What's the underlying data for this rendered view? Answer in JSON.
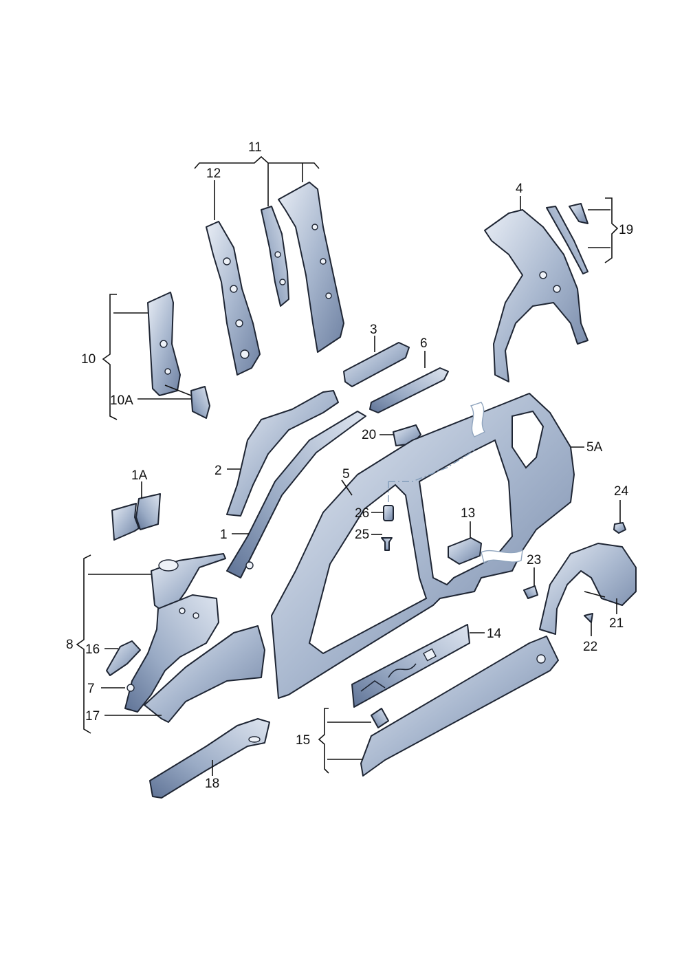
{
  "callouts": {
    "c1": "1",
    "c1A": "1A",
    "c2": "2",
    "c3": "3",
    "c4": "4",
    "c5": "5",
    "c5A": "5A",
    "c6": "6",
    "c7": "7",
    "c8": "8",
    "c10": "10",
    "c10A": "10A",
    "c11": "11",
    "c12": "12",
    "c13": "13",
    "c14": "14",
    "c15": "15",
    "c16": "16",
    "c17": "17",
    "c18": "18",
    "c19": "19",
    "c20": "20",
    "c21": "21",
    "c22": "22",
    "c23": "23",
    "c24": "24",
    "c25": "25",
    "c26": "26"
  },
  "colors": {
    "metal_light": "#e8edf5",
    "metal_mid": "#a9b8cf",
    "metal_dark": "#6f82a3",
    "outline": "#1e2533",
    "label": "#111111"
  }
}
